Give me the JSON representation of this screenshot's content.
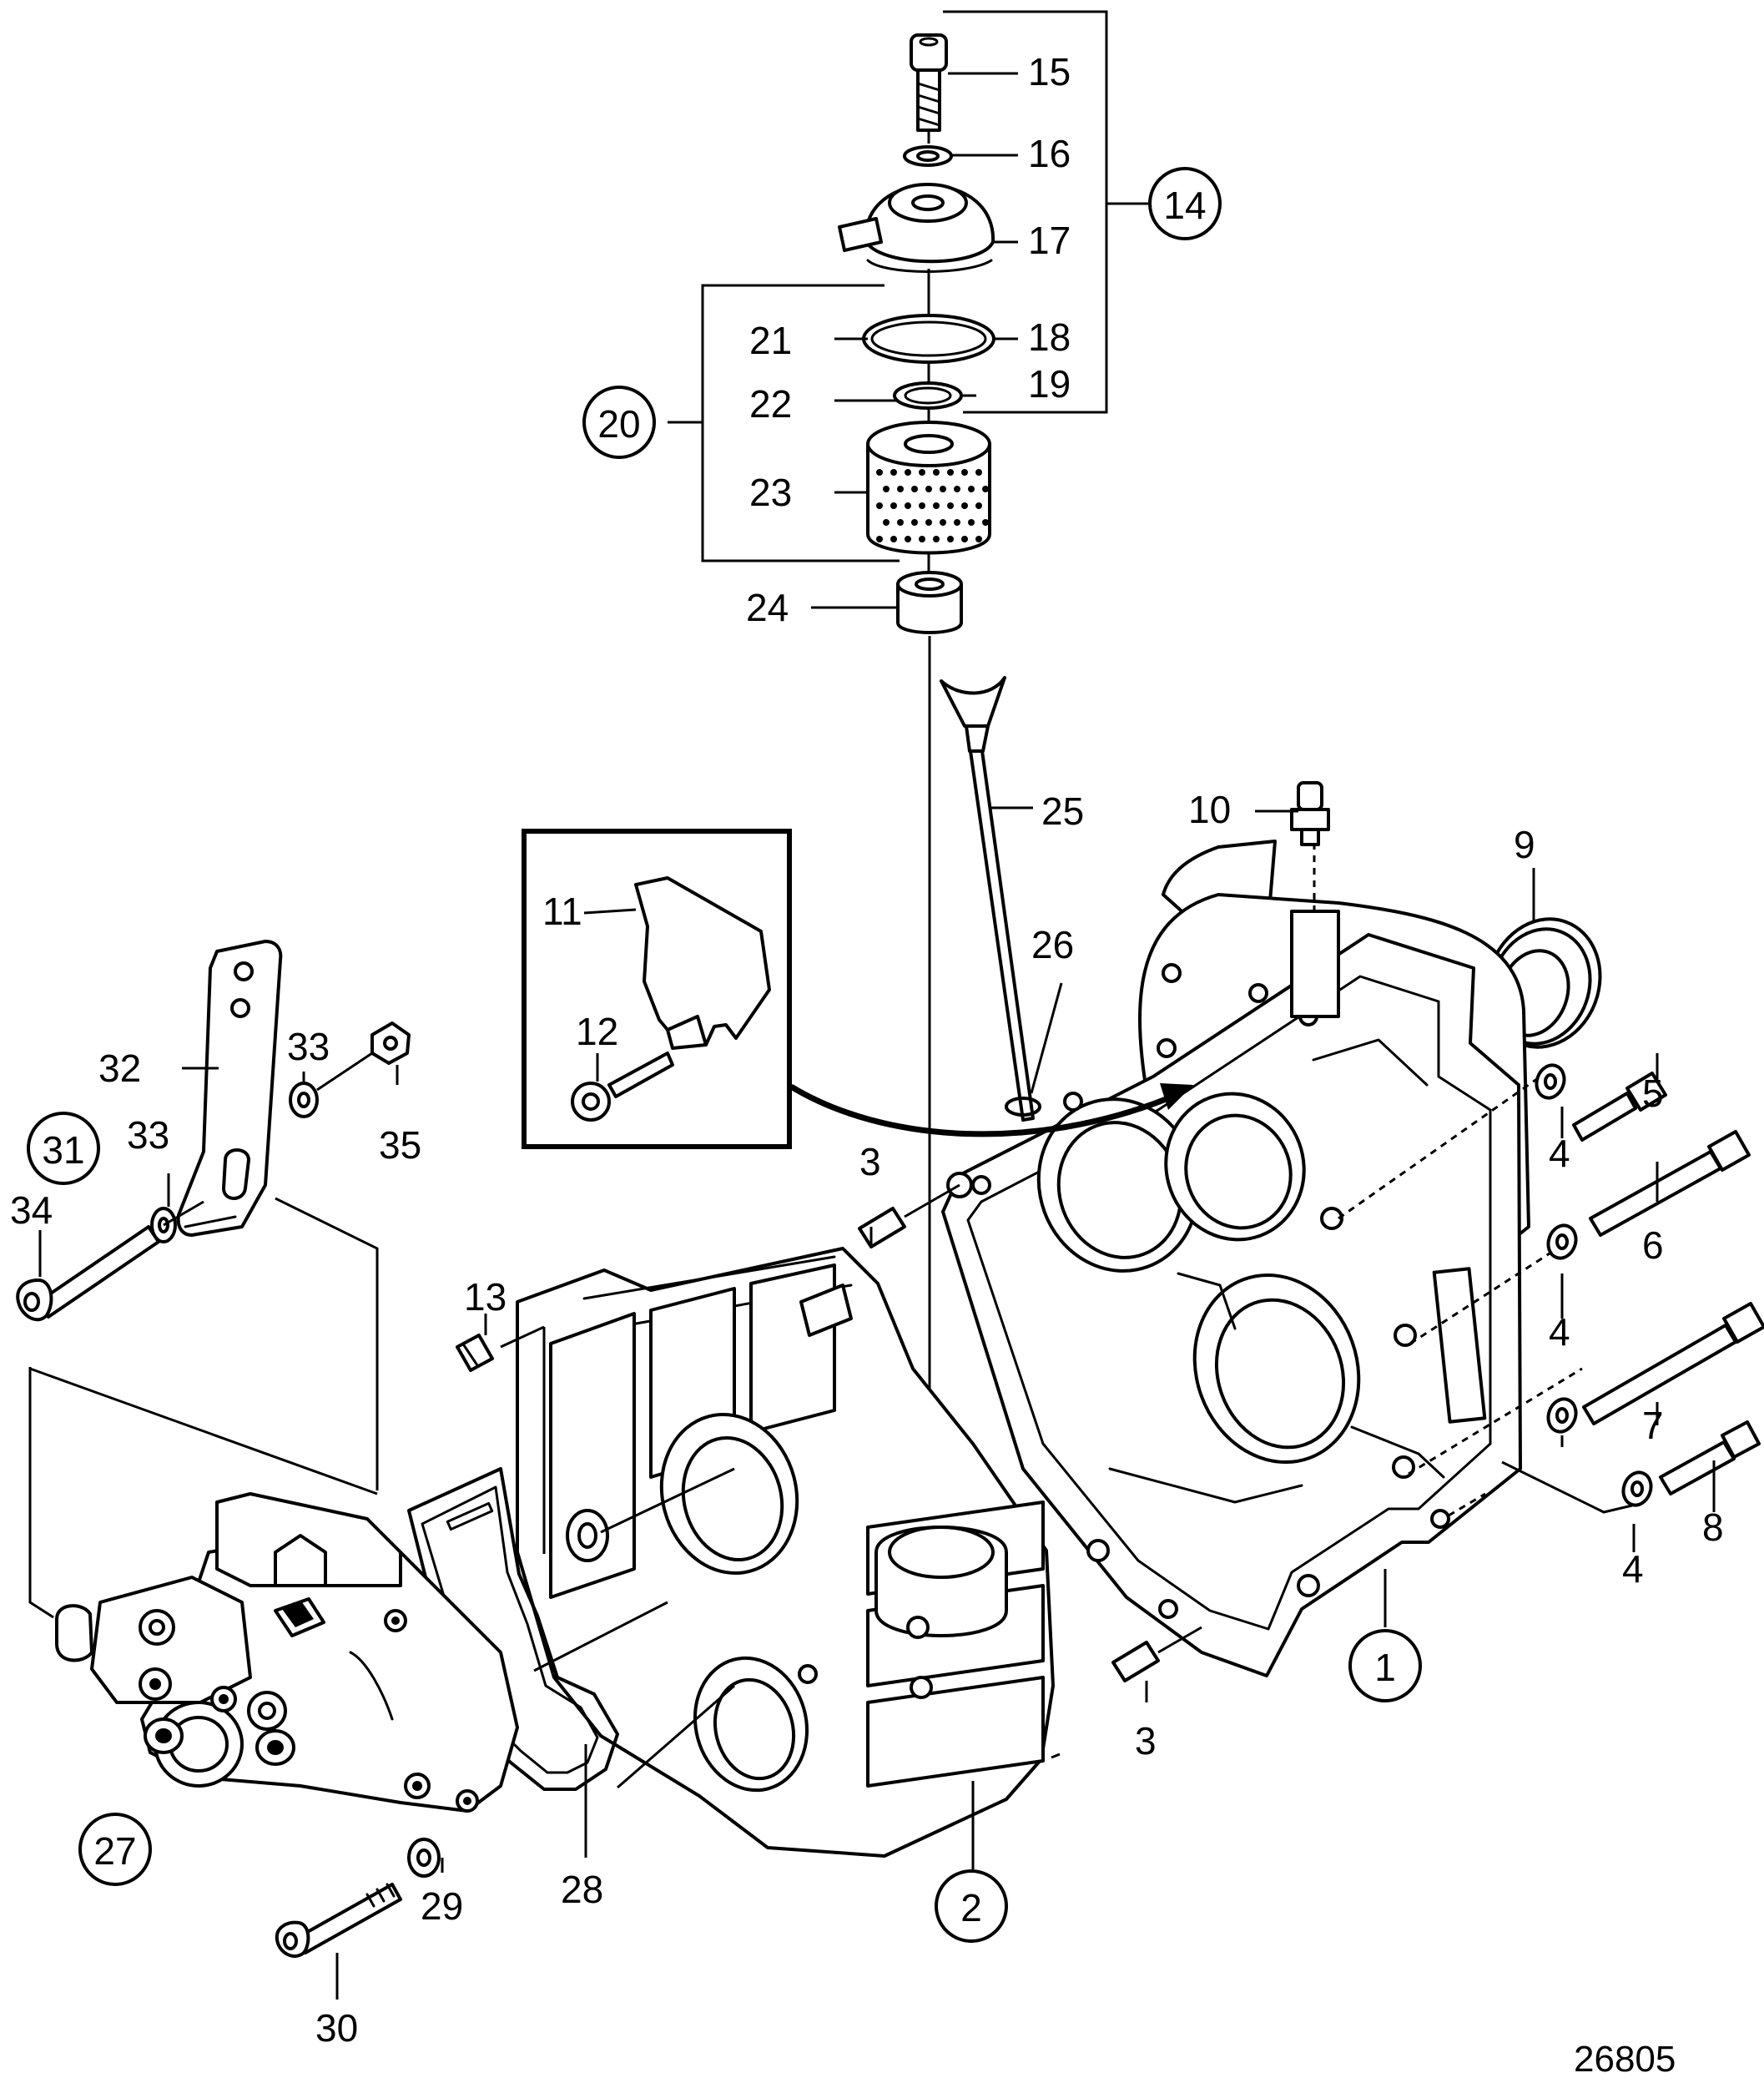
{
  "figure_number": "26805",
  "callouts": {
    "c1": "1",
    "c2": "2",
    "c3a": "3",
    "c3b": "3",
    "c4a": "4",
    "c4b": "4",
    "c4c": "4",
    "c5": "5",
    "c6": "6",
    "c7": "7",
    "c8": "8",
    "c9": "9",
    "c10": "10",
    "c11": "11",
    "c12": "12",
    "c13": "13",
    "c14": "14",
    "c15": "15",
    "c16": "16",
    "c17": "17",
    "c18": "18",
    "c19": "19",
    "c20": "20",
    "c21": "21",
    "c22": "22",
    "c23": "23",
    "c24": "24",
    "c25": "25",
    "c26": "26",
    "c27": "27",
    "c28": "28",
    "c29": "29",
    "c30": "30",
    "c31": "31",
    "c32": "32",
    "c33a": "33",
    "c33b": "33",
    "c34": "34",
    "c35": "35"
  }
}
